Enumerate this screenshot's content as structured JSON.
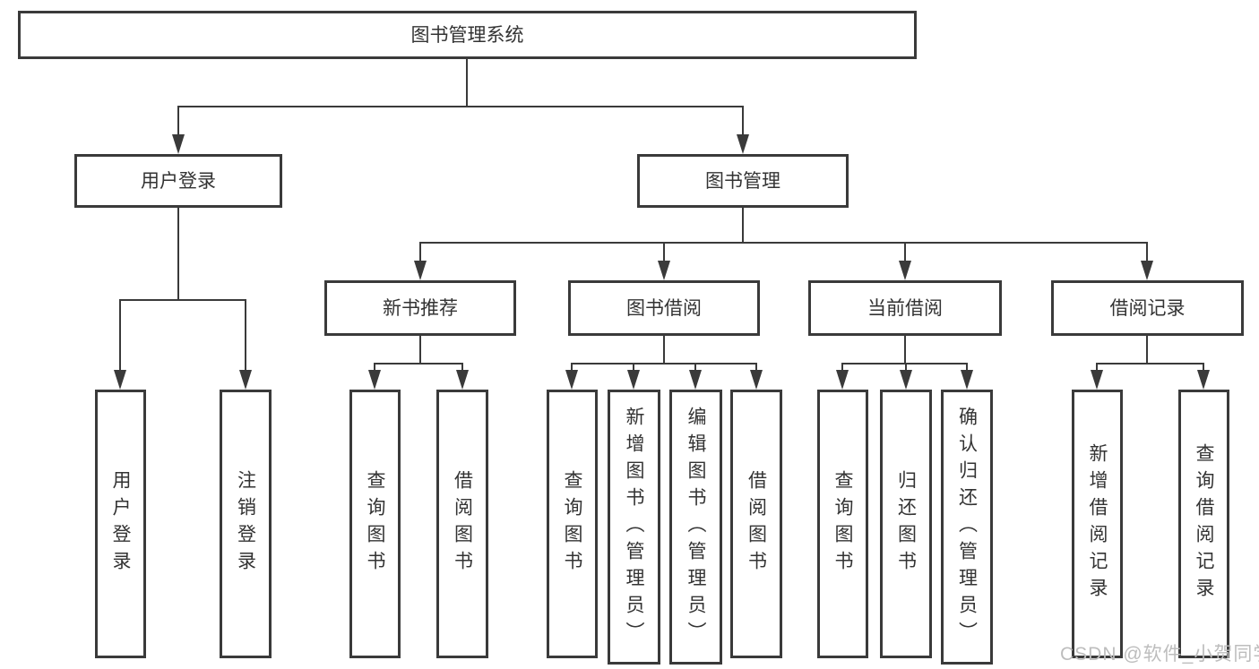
{
  "colors": {
    "background": "#ffffff",
    "box_border": "#3a3a3a",
    "connector_line": "#3a3a3a",
    "text": "#333333",
    "watermark": "#bdbdbd"
  },
  "watermark": {
    "text": "CSDN @软件_小贺同学"
  },
  "tree": {
    "label": "图书管理系统",
    "children": [
      {
        "label": "用户登录",
        "children": [
          {
            "label": "用户登录"
          },
          {
            "label": "注销登录"
          }
        ]
      },
      {
        "label": "图书管理",
        "children": [
          {
            "label": "新书推荐",
            "children": [
              {
                "label": "查询图书"
              },
              {
                "label": "借阅图书"
              }
            ]
          },
          {
            "label": "图书借阅",
            "children": [
              {
                "label": "查询图书"
              },
              {
                "label": "新增图书（管理员）"
              },
              {
                "label": "编辑图书（管理员）"
              },
              {
                "label": "借阅图书"
              }
            ]
          },
          {
            "label": "当前借阅",
            "children": [
              {
                "label": "查询图书"
              },
              {
                "label": "归还图书"
              },
              {
                "label": "确认归还（管理员）"
              }
            ]
          },
          {
            "label": "借阅记录",
            "children": [
              {
                "label": "新增借阅记录"
              },
              {
                "label": "查询借阅记录"
              }
            ]
          }
        ]
      }
    ]
  }
}
